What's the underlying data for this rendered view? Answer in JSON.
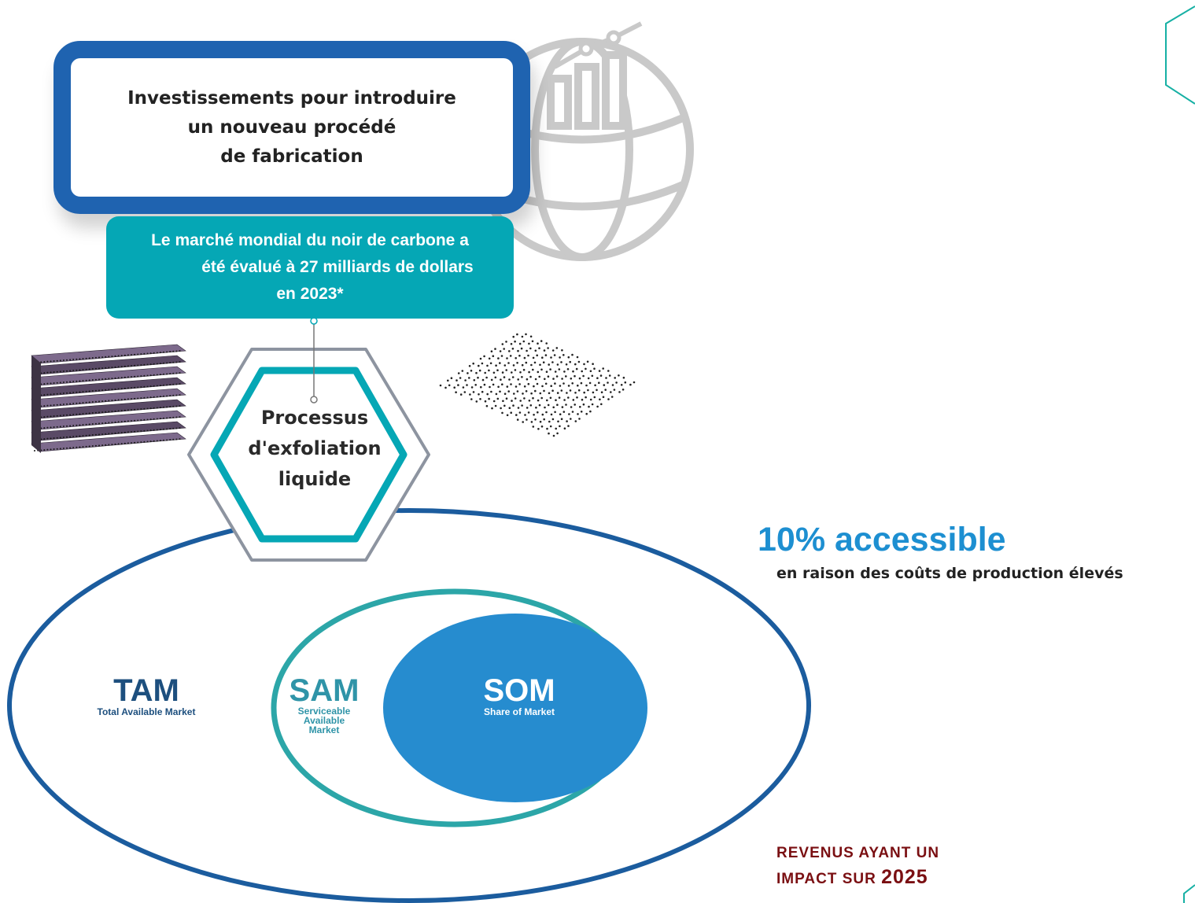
{
  "invest_box": {
    "line1": "Investissements pour introduire",
    "line2": "un nouveau procédé",
    "line3": "de fabrication"
  },
  "market_callout": {
    "line1": "Le marché mondial du noir de carbone a",
    "line2": "été évalué à 27 milliards de dollars",
    "line3": "en 2023*"
  },
  "process": {
    "line1": "Processus",
    "line2": "d'exfoliation",
    "line3": "liquide"
  },
  "tam": {
    "abbr": "TAM",
    "full": "Total Available Market"
  },
  "sam": {
    "abbr": "SAM",
    "line1": "Serviceable",
    "line2": "Available",
    "line3": "Market"
  },
  "som": {
    "abbr": "SOM",
    "full": "Share of Market"
  },
  "accessible": {
    "headline": "10% accessible",
    "subtitle": "en raison des coûts de production élevés"
  },
  "revenue": {
    "line1": "REVENUS AYANT UN",
    "line2_prefix": "IMPACT SUR ",
    "year": "2025"
  },
  "icons": [
    "globe-chart-icon",
    "stacked-graphene-illustration",
    "graphene-sheet-illustration",
    "hexagon-decoration"
  ],
  "colors": {
    "dark_blue": "#1f63b0",
    "teal": "#05a7b5",
    "accent_blue": "#1d8fd1",
    "som_blue": "#268ccf",
    "revenue_red": "#7a0f12"
  }
}
